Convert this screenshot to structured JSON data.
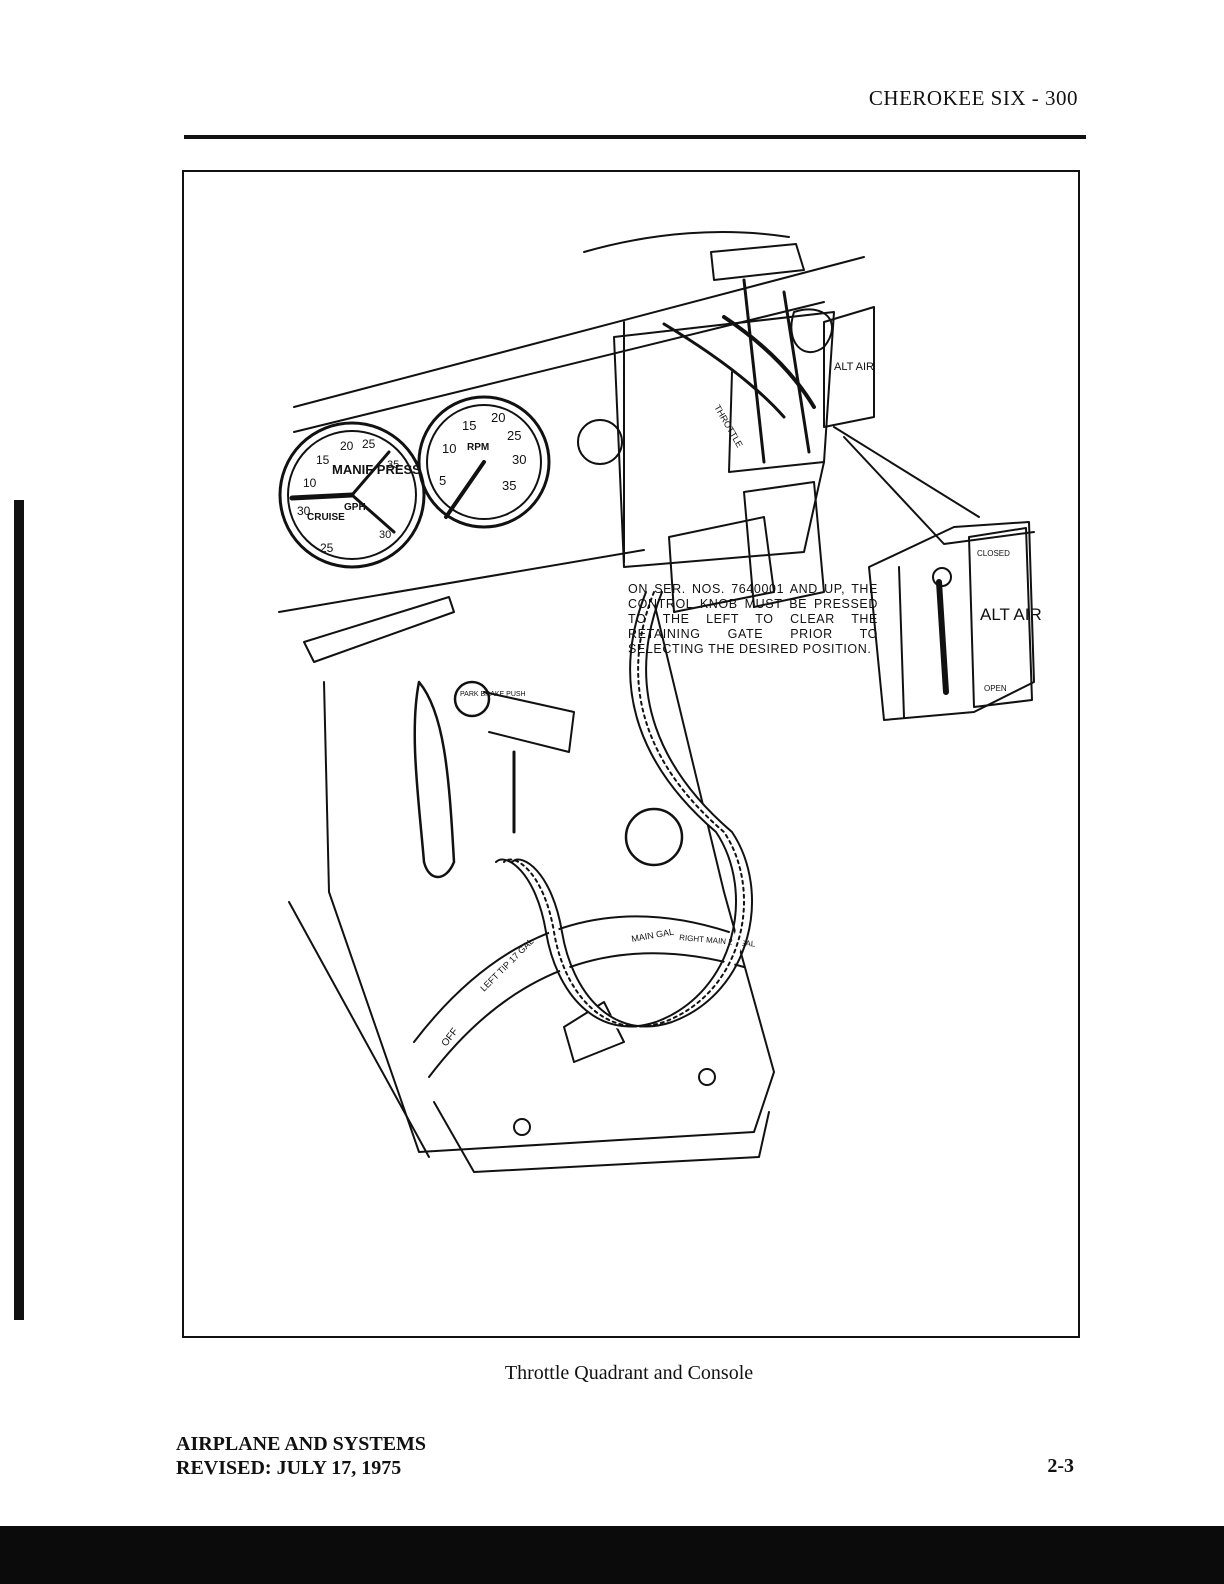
{
  "header": {
    "title": "CHEROKEE SIX - 300"
  },
  "figure": {
    "caption": "Throttle Quadrant and Console",
    "note": "ON SER. NOS. 7640001 AND UP, THE CONTROL KNOB MUST BE PRESSED TO THE LEFT TO CLEAR THE RETAINING GATE PRIOR TO SELECTING THE DESIRED POSITION.",
    "labels": {
      "alt_air": "ALT AIR",
      "closed": "CLOSED",
      "open": "OPEN",
      "park_brake": "PARK BRAKE PUSH",
      "manifold": "MANIF PRESS",
      "rpm": "RPM",
      "cruise": "CRUISE",
      "gph": "GPH",
      "throttle": "THROTTLE",
      "off": "OFF",
      "left_tip": "LEFT TIP 17 GAL",
      "main": "MAIN GAL",
      "right_main": "RIGHT MAIN 25 GAL"
    },
    "gauge_left_ticks": [
      "10",
      "15",
      "20",
      "25",
      "30",
      "35",
      "30",
      "25"
    ],
    "gauge_right_ticks": [
      "5",
      "10",
      "15",
      "20",
      "25",
      "30",
      "35"
    ]
  },
  "footer": {
    "section": "AIRPLANE AND SYSTEMS",
    "revised": "REVISED: JULY 17, 1975",
    "page_number": "2-3"
  }
}
